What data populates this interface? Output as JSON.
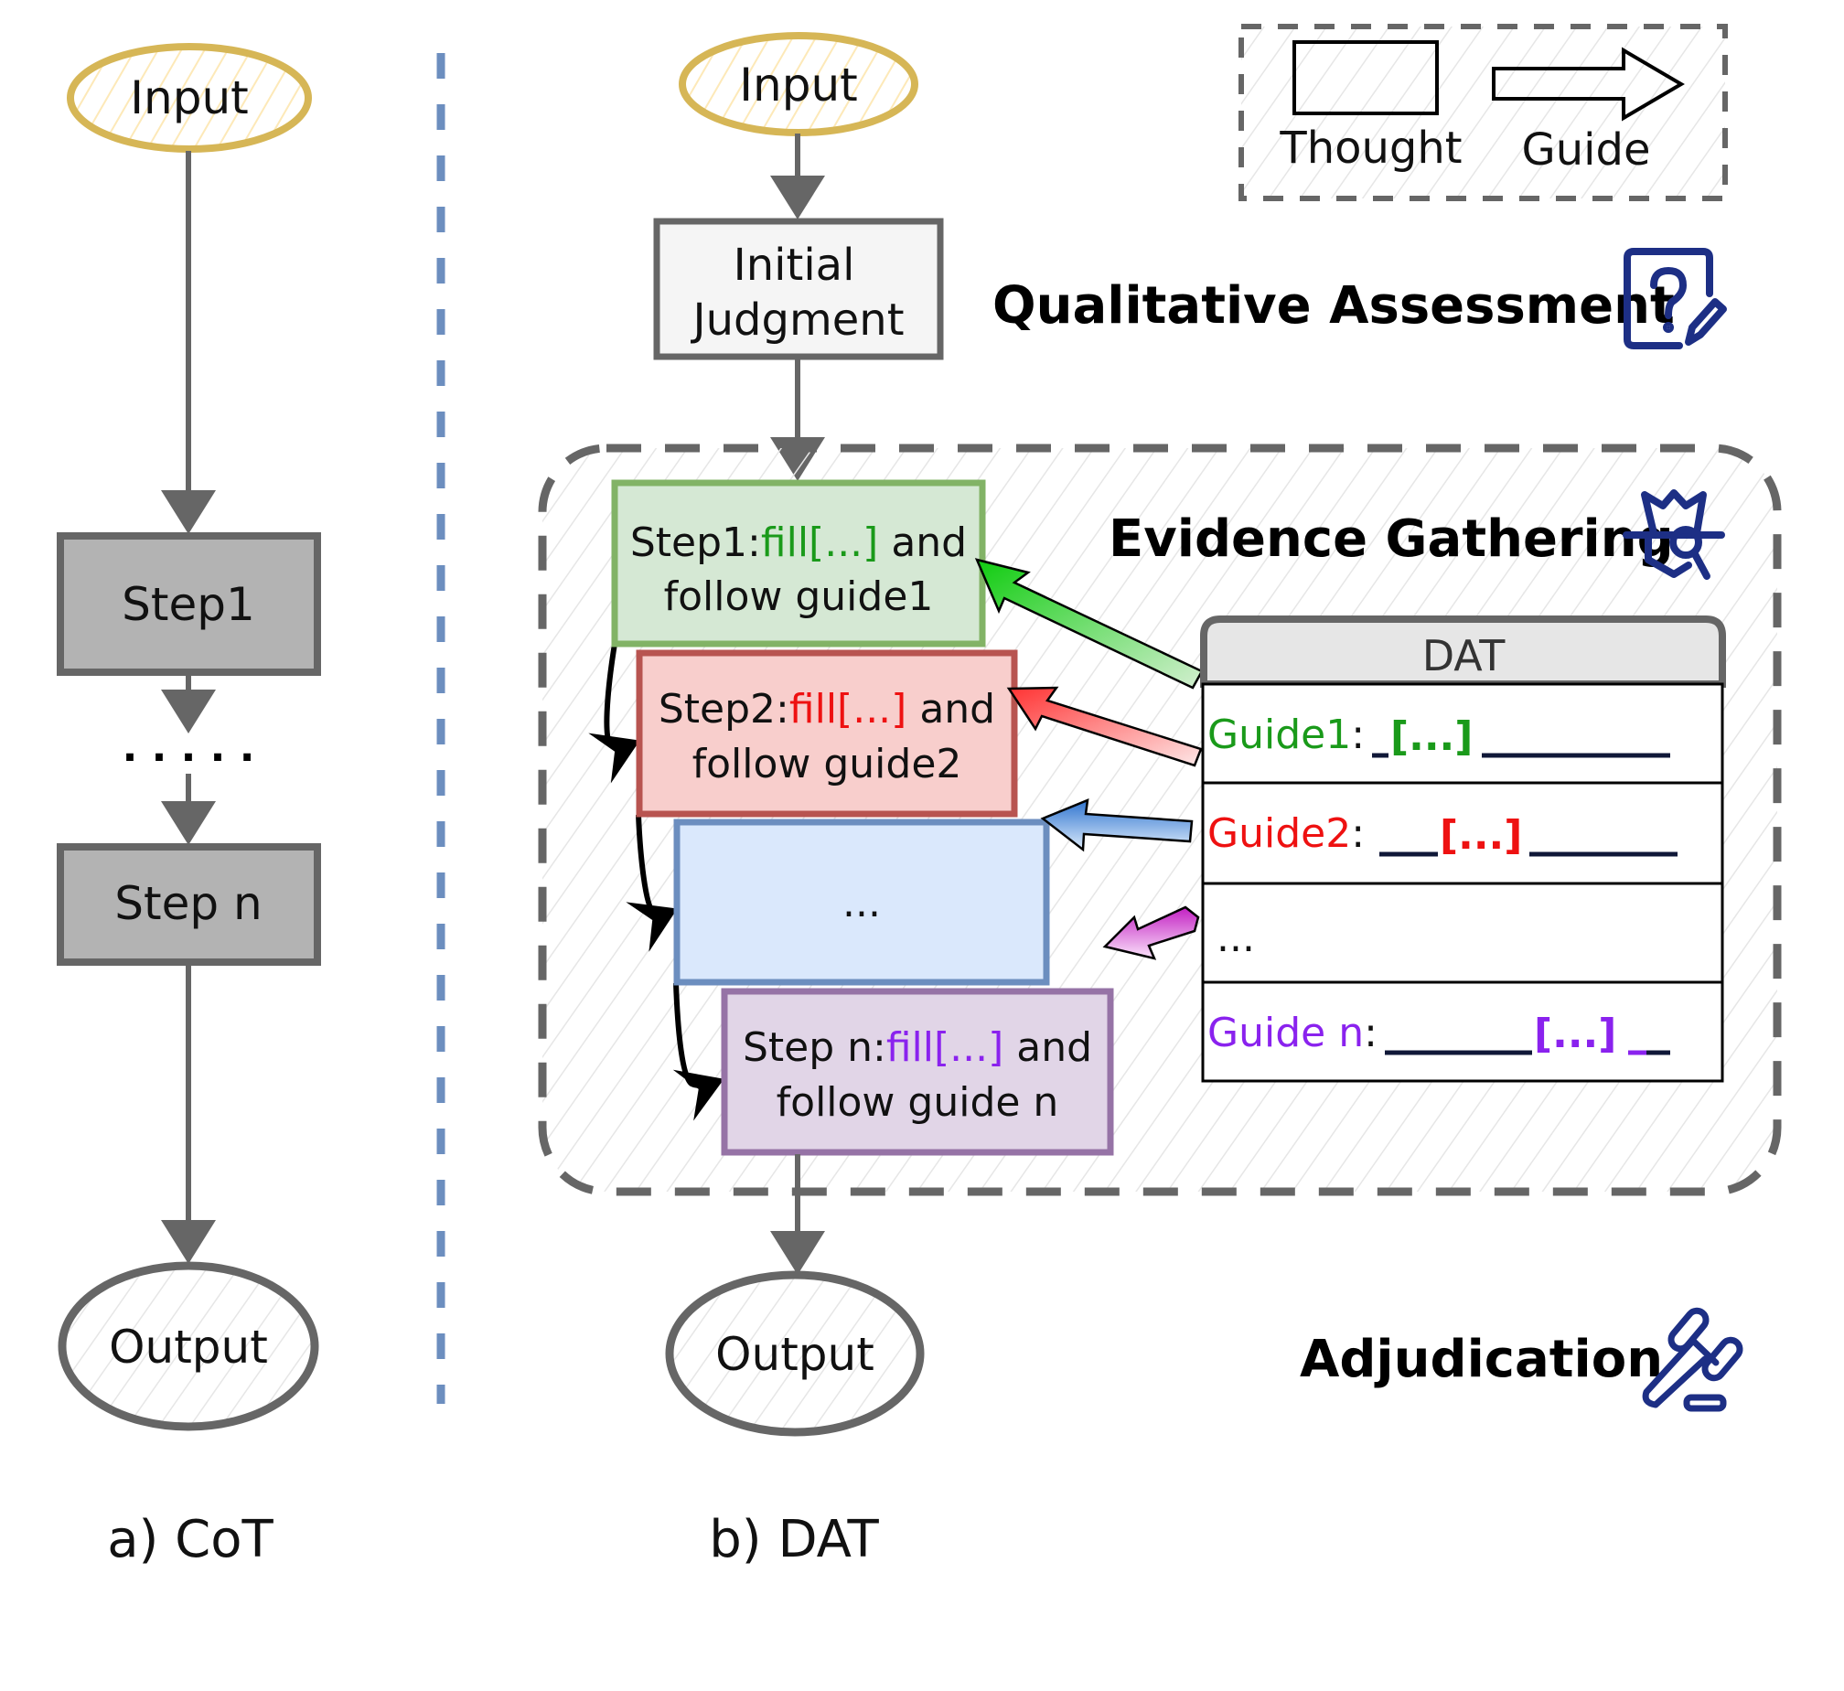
{
  "figure": {
    "panels": [
      {
        "id": "cot",
        "caption": "a) CoT"
      },
      {
        "id": "dat",
        "caption": "b) DAT"
      }
    ]
  },
  "cot": {
    "input_label": "Input",
    "step1_label": "Step1",
    "ellipsis": ". . . . .",
    "stepn_label": "Step n",
    "output_label": "Output",
    "caption": "a) CoT"
  },
  "dat": {
    "input_label": "Input",
    "initial_judgment": {
      "line1": "Initial",
      "line2": "Judgment"
    },
    "output_label": "Output",
    "caption": "b) DAT",
    "steps": [
      {
        "prefix": "Step1:",
        "fill": "fill[...]",
        "suffix": " and",
        "line2": "follow guide1",
        "color": "#1a9a1a"
      },
      {
        "prefix": "Step2:",
        "fill": "fill[...]",
        "suffix": " and",
        "line2": "follow guide2",
        "color": "#ee1111"
      },
      {
        "prefix": "",
        "fill": "",
        "suffix": "",
        "line2": "...",
        "color": "#3a7fd0"
      },
      {
        "prefix": "Step n:",
        "fill": "fill[...]",
        "suffix": " and",
        "line2": "follow guide n",
        "color": "#8a22ee"
      }
    ],
    "table": {
      "title": "DAT",
      "rows": [
        {
          "label": "Guide1",
          "colon": ":",
          "blank": "[...]",
          "color": "#1a9a1a"
        },
        {
          "label": "Guide2",
          "colon": ":",
          "blank": "[...]",
          "color": "#ee1111"
        },
        {
          "label": "...",
          "colon": "",
          "blank": "",
          "color": "#111111"
        },
        {
          "label": "Guide n",
          "colon": ":",
          "blank": "[...]",
          "color": "#8a22ee"
        }
      ]
    }
  },
  "stages": {
    "qualitative": {
      "label": "Qualitative Assessment",
      "icon": "question-document-icon"
    },
    "evidence": {
      "label": "Evidence Gathering",
      "icon": "detective-search-icon"
    },
    "adjudication": {
      "label": "Adjudication",
      "icon": "gavel-icon"
    }
  },
  "legend": {
    "thought_label": "Thought",
    "guide_label": "Guide"
  },
  "colors": {
    "input_stroke": "#d6b656",
    "gray_stroke": "#666666",
    "divider": "#6c8ebf",
    "icon_blue": "#1d2f85",
    "step1_fill": "#d5e8d4",
    "step1_stroke": "#82b366",
    "step2_fill": "#f8cecc",
    "step2_stroke": "#b85450",
    "step3_fill": "#dae8fc",
    "step3_stroke": "#6c8ebf",
    "stepn_fill": "#e1d5e7",
    "stepn_stroke": "#9673a6"
  }
}
